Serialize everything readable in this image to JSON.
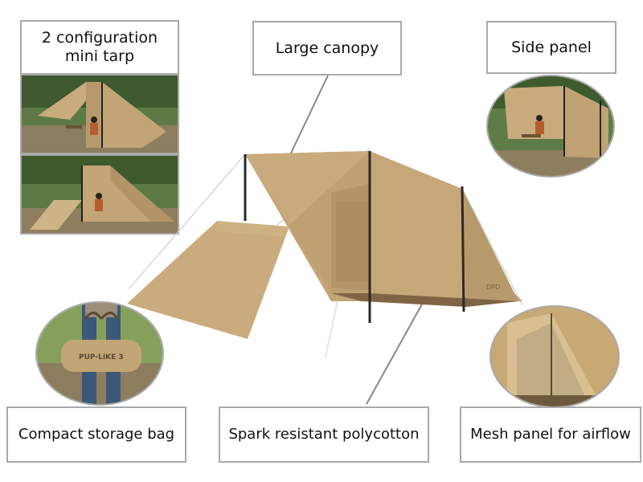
{
  "labels": {
    "configuration": "2 configuration\nmini tarp",
    "canopy": "Large canopy",
    "side_panel": "Side panel",
    "storage_bag": "Compact storage bag",
    "polycotton": "Spark resistant polycotton",
    "mesh_panel": "Mesh panel for airflow"
  },
  "bag_print": "PUP-LIKE 3",
  "tent_logo": "DPD",
  "colors": {
    "tent": "#c8aa7c",
    "tent_shadow": "#b39467",
    "tent_dark": "#9c7f55",
    "pole": "#2a2a2a",
    "border": "#a9a9a9",
    "forest": "#4f6d3a",
    "ground": "#8a7a5c"
  }
}
